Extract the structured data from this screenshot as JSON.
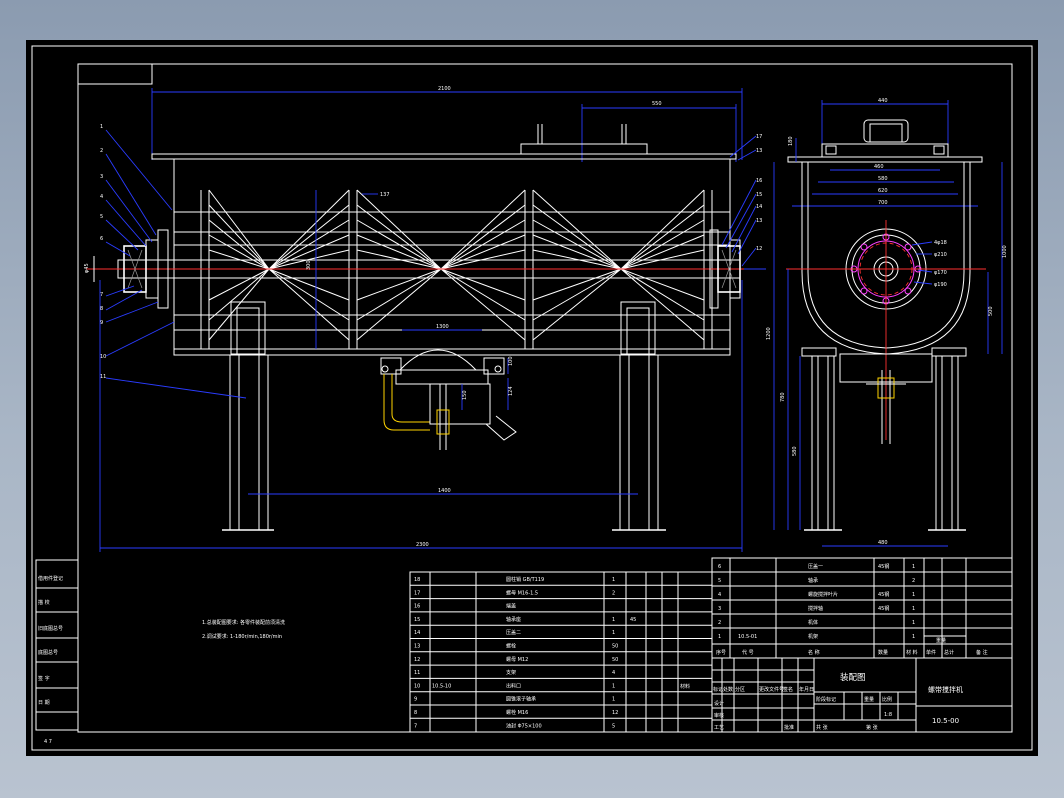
{
  "drawing": {
    "dim_labels": {
      "total_length": "2100",
      "flange_dim": "550",
      "center_dim": "137",
      "shaft_dim": "300",
      "outlet_width": "1300",
      "outlet_height": "150",
      "side_height": "100",
      "outlet_depth": "124",
      "leg_span": "1400",
      "base_length": "2300",
      "height_total": "1200",
      "height_axis": "780",
      "leg_height": "580",
      "shaft_dia": "φ45",
      "top_width": "440",
      "top_h": "180",
      "inner_a": "460",
      "inner_b": "580",
      "inner_c": "620",
      "inner_d": "700",
      "side_dim": "1000",
      "side_r": "500",
      "base_width": "480",
      "bolt1": "4φ18",
      "bolt2": "φ210",
      "bolt3": "φ170",
      "bolt4": "φ190"
    },
    "left_callouts": [
      "1",
      "2",
      "3",
      "4",
      "5",
      "6",
      "7",
      "8",
      "9",
      "10",
      "11"
    ],
    "right_callouts": [
      "17",
      "13",
      "16",
      "15",
      "14",
      "13",
      "12"
    ],
    "notes": [
      "1.总装配图要求: 各零件装配前须清洗",
      "2.调试要求: 1-180r/min,180r/min"
    ],
    "sheet_code": "4 7"
  },
  "revision_block": {
    "rows": [
      "借用件登记",
      "描    校",
      "旧底图总号",
      "底图总号",
      "签    字",
      "日    期"
    ]
  },
  "parts_left": [
    {
      "no": "18",
      "code": "",
      "name": "圆柱销 GB/T119",
      "qty": "1",
      "mat": ""
    },
    {
      "no": "17",
      "code": "",
      "name": "螺母 M16-1.5",
      "qty": "2",
      "mat": ""
    },
    {
      "no": "16",
      "code": "",
      "name": "端盖",
      "qty": "",
      "mat": ""
    },
    {
      "no": "15",
      "code": "",
      "name": "轴承座",
      "qty": "1",
      "mat": "45"
    },
    {
      "no": "14",
      "code": "",
      "name": "压盖二",
      "qty": "1",
      "mat": ""
    },
    {
      "no": "13",
      "code": "",
      "name": "螺栓",
      "qty": "50",
      "mat": ""
    },
    {
      "no": "12",
      "code": "",
      "name": "螺母 M12",
      "qty": "50",
      "mat": ""
    },
    {
      "no": "11",
      "code": "",
      "name": "支架",
      "qty": "4",
      "mat": ""
    },
    {
      "no": "10",
      "code": "10.5-10",
      "name": "出料口",
      "qty": "1",
      "mat": ""
    },
    {
      "no": "9",
      "code": "",
      "name": "圆锥滚子轴承",
      "qty": "1",
      "mat": ""
    },
    {
      "no": "8",
      "code": "",
      "name": "螺栓 M16",
      "qty": "12",
      "mat": ""
    },
    {
      "no": "7",
      "code": "",
      "name": "油封 Φ75×100",
      "qty": "5",
      "mat": ""
    }
  ],
  "parts_right": [
    {
      "no": "6",
      "name": "压盖一",
      "mat": "45钢",
      "qty": "1"
    },
    {
      "no": "5",
      "name": "轴承",
      "mat": "",
      "qty": "2"
    },
    {
      "no": "4",
      "name": "螺旋搅拌叶片",
      "mat": "45钢",
      "qty": "1"
    },
    {
      "no": "3",
      "name": "搅拌轴",
      "mat": "45钢",
      "qty": "1"
    },
    {
      "no": "2",
      "name": "机体",
      "mat": "",
      "qty": "1"
    },
    {
      "no": "1",
      "code": "10.5-01",
      "name": "机架",
      "mat": "",
      "qty": "1"
    }
  ],
  "parts_header": [
    "序号",
    "代    号",
    "名    称",
    "数量",
    "材    料",
    "单件",
    "总计",
    "备  注"
  ],
  "parts_header_sub": [
    "重量"
  ],
  "title_block": {
    "label_col": [
      "标记",
      "处数",
      "分区",
      "更改文件号",
      "签名",
      "年月日"
    ],
    "design": "设计",
    "check": "审核",
    "process": "工艺",
    "approve": "批准",
    "stage": "阶段标记",
    "weight": "重量",
    "ratio": "比例",
    "ratio_val": "1:8",
    "sheet": "共   张",
    "sheet2": "第   张",
    "material": "材料",
    "drawing_name": "螺带搅拌机",
    "drawing_no": "10.5-00",
    "company": "装配图"
  }
}
